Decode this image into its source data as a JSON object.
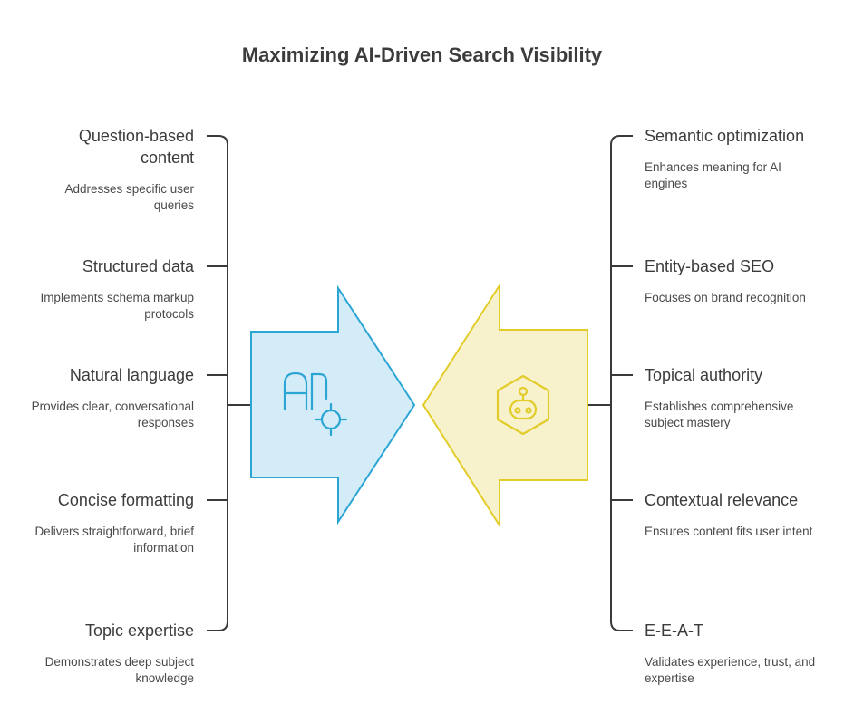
{
  "title": "Maximizing AI-Driven Search Visibility",
  "left_items": [
    {
      "head": "Question-based content",
      "desc": "Addresses specific user queries"
    },
    {
      "head": "Structured data",
      "desc": "Implements schema markup protocols"
    },
    {
      "head": "Natural language",
      "desc": "Provides clear, conversational responses"
    },
    {
      "head": "Concise formatting",
      "desc": "Delivers straightforward, brief information"
    },
    {
      "head": "Topic expertise",
      "desc": "Demonstrates deep subject knowledge"
    }
  ],
  "right_items": [
    {
      "head": "Semantic optimization",
      "desc": "Enhances meaning for AI engines"
    },
    {
      "head": "Entity-based SEO",
      "desc": "Focuses on brand recognition"
    },
    {
      "head": "Topical authority",
      "desc": "Establishes comprehensive subject mastery"
    },
    {
      "head": "Contextual relevance",
      "desc": "Ensures content fits user intent"
    },
    {
      "head": "E-E-A-T",
      "desc": "Validates experience, trust, and expertise"
    }
  ],
  "icons": {
    "left_arrow": "ai-target-icon",
    "right_arrow": "robot-icon"
  },
  "colors": {
    "blue_fill": "#d4ecf7",
    "blue_stroke": "#2aa5d4",
    "yellow_fill": "#f8f2cc",
    "yellow_stroke": "#e2cc2a",
    "bracket": "#3a3a3a"
  }
}
